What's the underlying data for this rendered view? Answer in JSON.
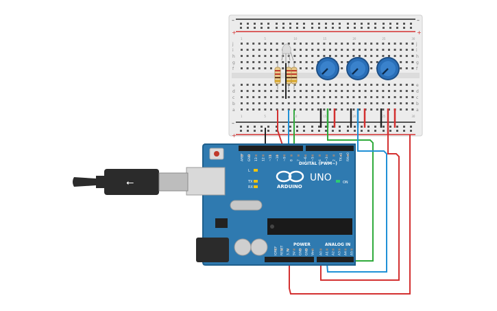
{
  "board": {
    "digital_label": "DIGITAL (PWM~)",
    "logo_text": "ARDUINO",
    "model": "UNO",
    "on_label": "ON",
    "power_label": "POWER",
    "analog_label": "ANALOG IN",
    "tx_label": "TX",
    "rx_label": "RX",
    "l_label": "L",
    "digital_pins": [
      "AREF",
      "GND",
      "13",
      "12",
      "~11",
      "~10",
      "~9",
      "8",
      "7",
      "~6",
      "~5",
      "4",
      "~3",
      "2",
      "TX→1",
      "RX←0"
    ],
    "power_pins": [
      "IOREF",
      "RESET",
      "3.3V",
      "5V",
      "GND",
      "GND",
      "Vin"
    ],
    "analog_pins": [
      "A0",
      "A1",
      "A2",
      "A3",
      "A4",
      "A5"
    ]
  },
  "breadboard": {
    "row_letters_top": [
      "j",
      "i",
      "h",
      "g",
      "f"
    ],
    "row_letters_bottom": [
      "e",
      "d",
      "c",
      "b",
      "a"
    ],
    "column_numbers": [
      "1",
      "5",
      "10",
      "15",
      "20",
      "25",
      "30"
    ]
  },
  "colors": {
    "board_blue": "#2f7ab0",
    "board_edge": "#1f5f8c",
    "breadboard": "#e9e9e9",
    "wire_red": "#d32f2f",
    "wire_black": "#222222",
    "wire_green": "#2eaa3a",
    "wire_blue": "#1e90d6",
    "pot_blue": "#2a6fb8"
  }
}
